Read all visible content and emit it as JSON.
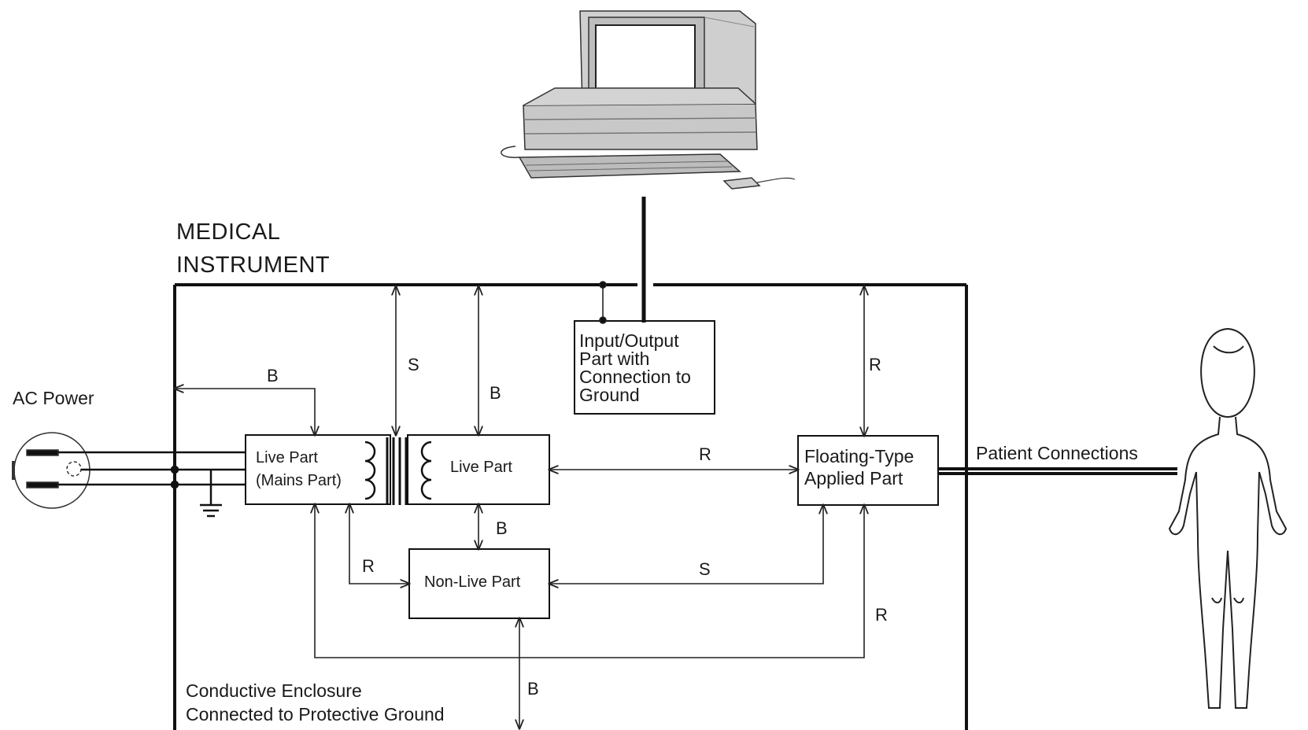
{
  "title": {
    "line1": "MEDICAL",
    "line2": "INSTRUMENT"
  },
  "ac_power": "AC Power",
  "patient_connections": "Patient Connections",
  "enclosure": {
    "line1": "Conductive Enclosure",
    "line2": "Connected to Protective Ground"
  },
  "boxes": {
    "mains": {
      "line1": "Live Part",
      "line2": "(Mains Part)"
    },
    "live": "Live Part",
    "nonlive": "Non-Live Part",
    "io": {
      "line1": "Input/Output",
      "line2": "Part with",
      "line3": "Connection to",
      "line4": "Ground"
    },
    "floating": {
      "line1": "Floating-Type",
      "line2": "Applied Part"
    }
  },
  "insulation": {
    "b_mains_enclosure": "B",
    "s_mains_live": "S",
    "b_live_enclosure": "B",
    "r_floating_top": "R",
    "r_live_floating": "R",
    "b_live_nonlive": "B",
    "r_mains_nonlive": "R",
    "s_floating_nonlive": "S",
    "r_floating_bottom": "R",
    "b_bottom": "B"
  },
  "icons": [
    "computer-icon",
    "outlet-icon",
    "ground-icon",
    "transformer-icon",
    "patient-icon"
  ]
}
